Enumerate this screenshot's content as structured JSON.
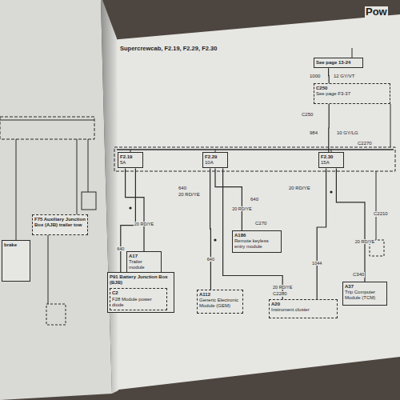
{
  "diagram": {
    "title": "Supercrewcab, F2.19, F2.29, F2.30",
    "nodes": [
      {
        "text": [
          "See page 13-24"
        ]
      },
      {
        "text": [
          "C250",
          "See page F3-37"
        ]
      },
      {
        "text": [
          "F2.19",
          "5A"
        ]
      },
      {
        "text": [
          "F2.29",
          "10A"
        ]
      },
      {
        "text": [
          "F2.30",
          "15A"
        ]
      },
      {
        "text": [
          "A17",
          "Trailer module"
        ]
      },
      {
        "text": [
          "P91 Battery Junction Box (BJB)"
        ]
      },
      {
        "text": [
          "C2",
          "F28 Module power diode"
        ],
        "in": 6
      },
      {
        "text": [
          "A186",
          "Remote keyless entry module"
        ]
      },
      {
        "text": [
          "A112",
          "Generic Electronic Module (GEM)"
        ]
      },
      {
        "text": [
          "A20",
          "Instrument cluster"
        ]
      },
      {
        "text": [
          "A37",
          "Trip Computer Module (TCM)"
        ]
      },
      {
        "text": [
          "brake"
        ]
      },
      {
        "text": [
          "F75 Auxiliary Junction Box (AJB) trailer tow"
        ]
      }
    ],
    "edges": [
      {
        "from": 0,
        "to": 1,
        "arrow": "none"
      },
      {
        "from": 1,
        "to": 4,
        "arrow": "none"
      },
      {
        "from": 2,
        "to": 5,
        "label": "20 RD/YE",
        "arrow": "none"
      },
      {
        "from": 2,
        "to": 6,
        "label": "640",
        "arrow": "none"
      },
      {
        "from": 3,
        "to": 8,
        "label": "20 RD/YE",
        "arrow": "none"
      },
      {
        "from": 3,
        "to": 9,
        "label": "640",
        "arrow": "none"
      },
      {
        "from": 3,
        "to": 10,
        "label": "20 RD/YE",
        "arrow": "none"
      },
      {
        "from": 4,
        "to": 10,
        "label": "1044",
        "arrow": "none"
      },
      {
        "from": 4,
        "to": 11,
        "label": "20 RD/YE",
        "arrow": "none"
      }
    ],
    "labels": [
      "Pow",
      "1000",
      "12 GY/VT",
      "C250",
      "984",
      "10 GY/LG",
      "C2270",
      "640",
      "20 RD/YE",
      "640",
      "20 RD/YE",
      "C270",
      "C2280",
      "C340",
      "C2210"
    ]
  }
}
